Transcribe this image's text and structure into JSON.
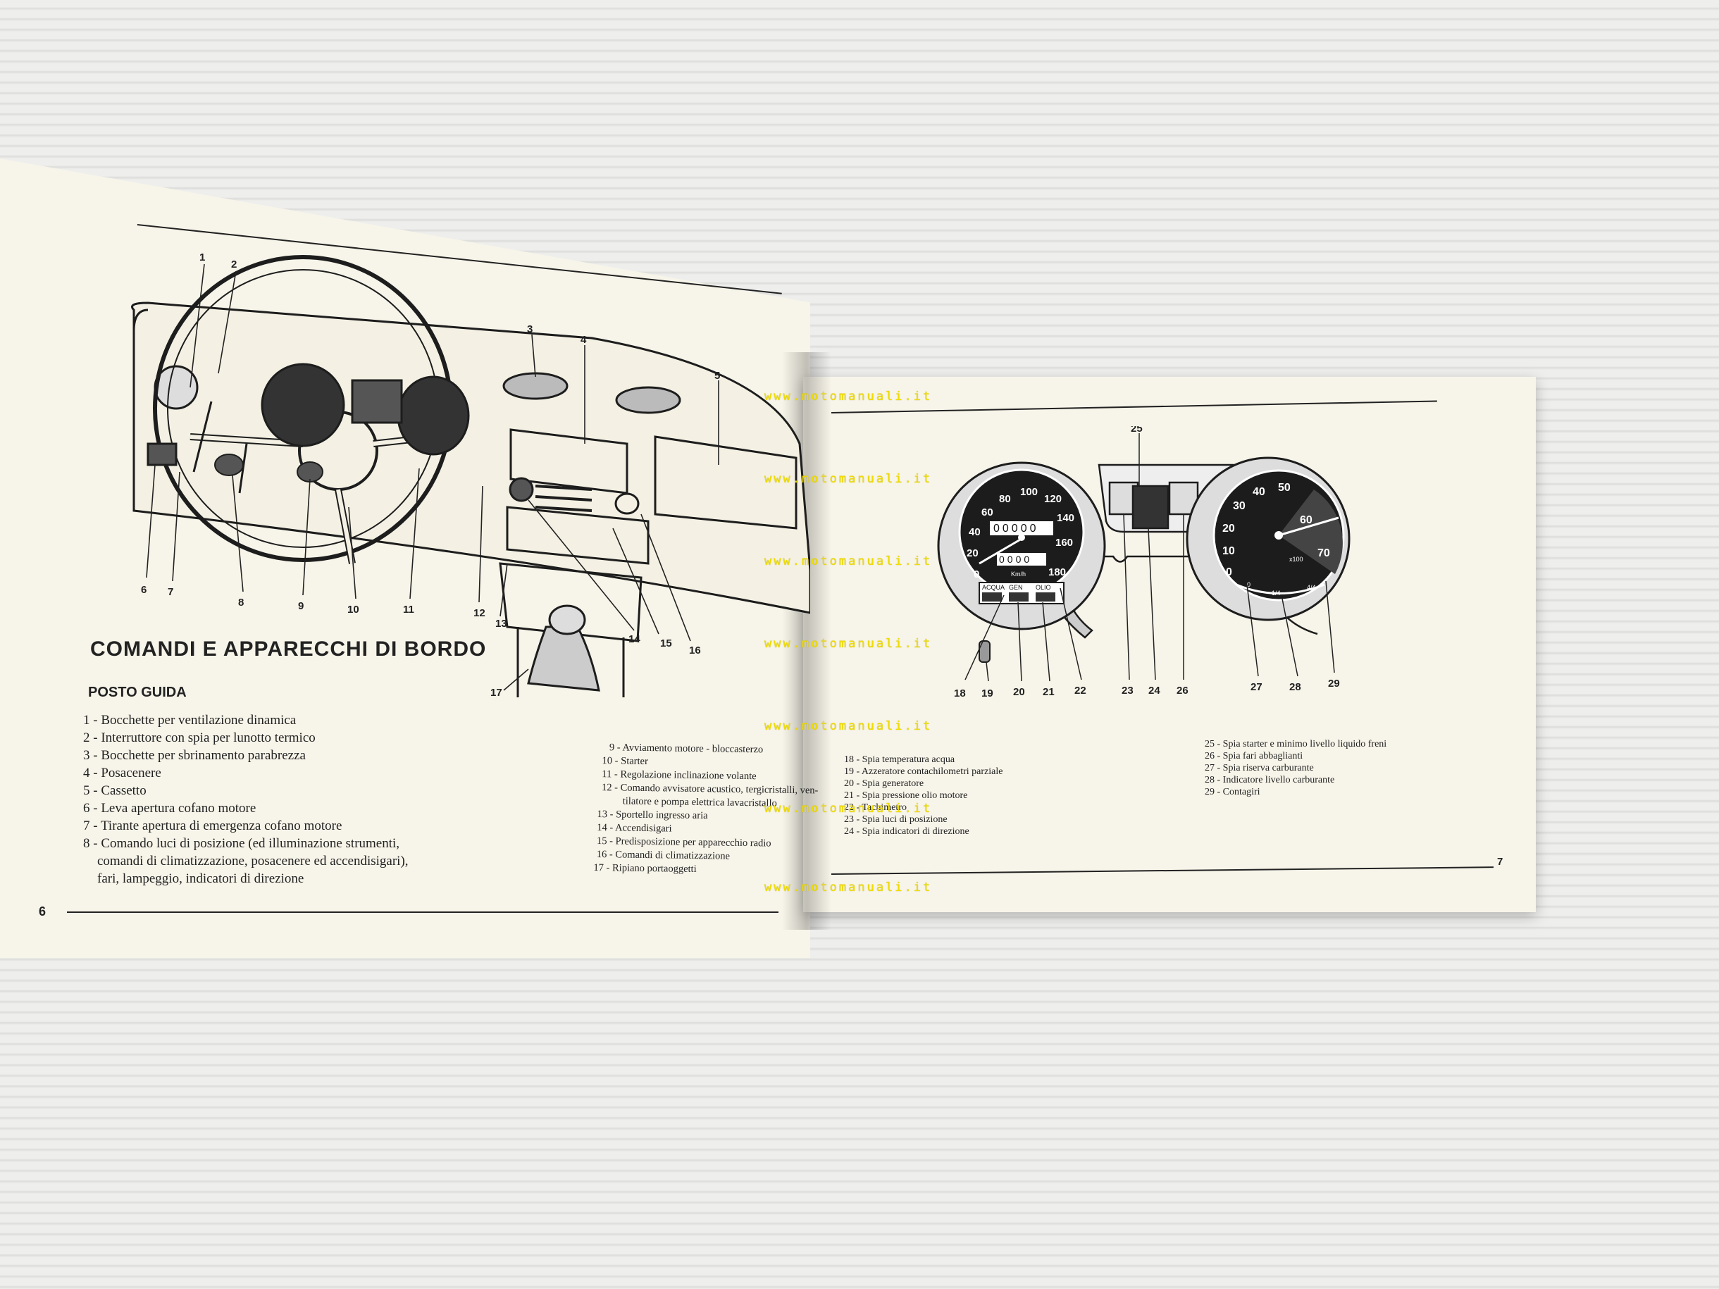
{
  "left_page": {
    "title": "COMANDI E APPARECCHI DI BORDO",
    "subtitle": "POSTO GUIDA",
    "page_number": "6",
    "legend_col1": [
      "1 - Bocchette per ventilazione dinamica",
      "2 - Interruttore con spia per lunotto termico",
      "3 - Bocchette per sbrinamento parabrezza",
      "4 - Posacenere",
      "5 - Cassetto",
      "6 - Leva apertura cofano motore",
      "7 - Tirante apertura di emergenza cofano motore",
      "8 - Comando luci di posizione (ed illuminazione strumenti,",
      "comandi di climatizzazione, posacenere ed accendisigari),",
      "fari, lampeggio, indicatori di direzione"
    ],
    "legend_col2": [
      "9 - Avviamento motore - bloccasterzo",
      "10 - Starter",
      "11 - Regolazione inclinazione volante",
      "12 - Comando avvisatore acustico, tergicristalli, ven-",
      "tilatore e pompa elettrica lavacristallo",
      "13 - Sportello ingresso aria",
      "14 - Accendisigari",
      "15 - Predisposizione per apparecchio radio",
      "16 - Comandi di climatizzazione",
      "17 - Ripiano portaoggetti"
    ],
    "callouts": [
      "1",
      "2",
      "3",
      "4",
      "5",
      "6",
      "7",
      "8",
      "9",
      "10",
      "11",
      "12",
      "13",
      "14",
      "15",
      "16",
      "17"
    ]
  },
  "right_page": {
    "page_number": "7",
    "legend_col1": [
      "18 - Spia temperatura acqua",
      "19 - Azzeratore contachilometri parziale",
      "20 - Spia generatore",
      "21 - Spia pressione olio motore",
      "22 - Tachimetro",
      "23 - Spia luci di posizione",
      "24 - Spia indicatori di direzione"
    ],
    "legend_col2": [
      "25 - Spia starter e minimo livello liquido freni",
      "26 - Spia fari abbaglianti",
      "27 - Spia riserva carburante",
      "28 - Indicatore livello carburante",
      "29 - Contagiri"
    ],
    "callouts": [
      "18",
      "19",
      "20",
      "21",
      "22",
      "23",
      "24",
      "25",
      "26",
      "27",
      "28",
      "29"
    ],
    "speedometer": {
      "ticks": [
        "0",
        "20",
        "40",
        "60",
        "80",
        "100",
        "120",
        "140",
        "160",
        "180"
      ],
      "unit": "Km/h",
      "odometer": "00000",
      "trip": "0000",
      "warnings": [
        "ACQUA",
        "GEN",
        "OLIO"
      ]
    },
    "tachometer": {
      "ticks": [
        "0",
        "10",
        "20",
        "30",
        "40",
        "50",
        "60",
        "70"
      ],
      "unit": "x100",
      "fuel": [
        "0",
        "1/4",
        "4/4"
      ]
    }
  },
  "watermark": "www.motomanuali.it"
}
